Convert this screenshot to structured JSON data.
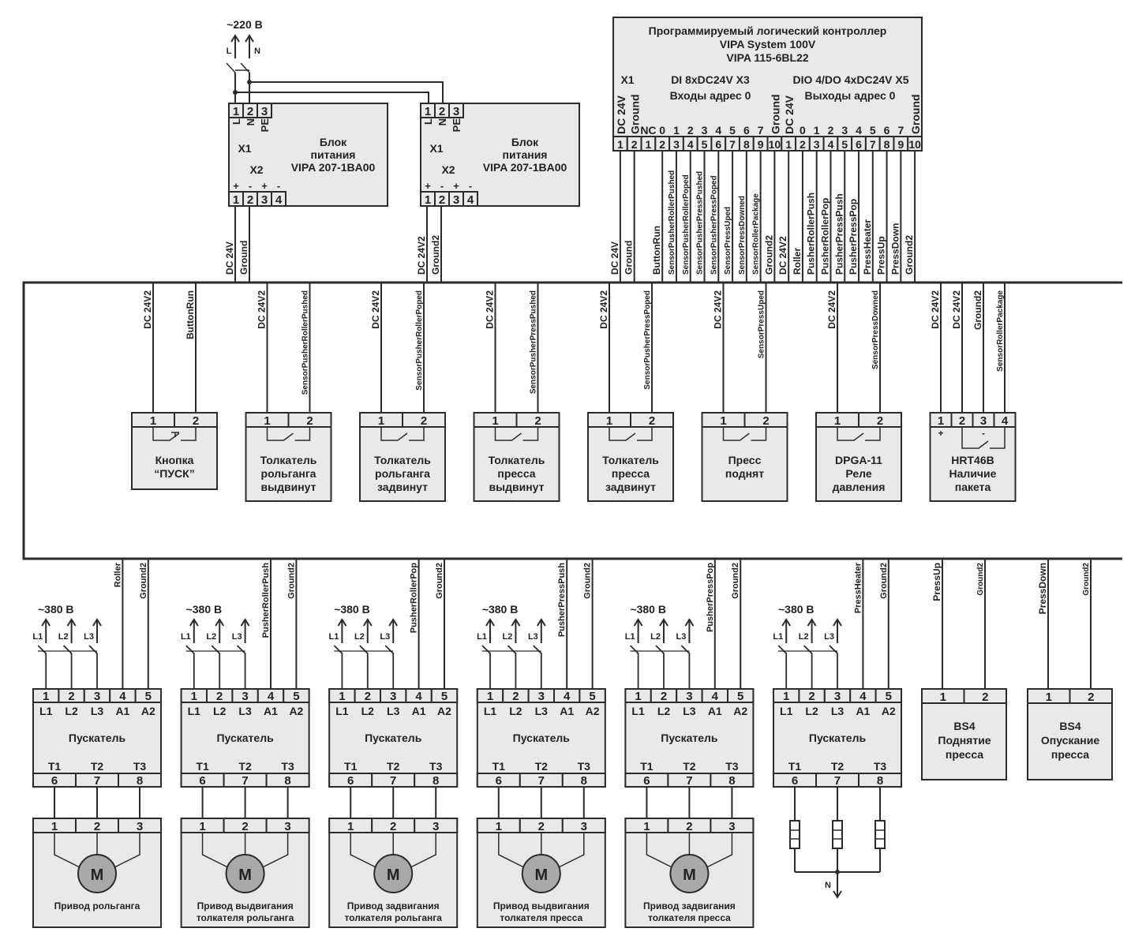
{
  "colors": {
    "line": "#2b2b2b",
    "box_fill": "#e9e9e9",
    "motor_fill": "#a9a9a9"
  },
  "mains": {
    "voltage": "~220 В",
    "L": "L",
    "N": "N"
  },
  "power_supplies": [
    {
      "title": [
        "Блок",
        "питания",
        "VIPA 207-1BA00"
      ],
      "x1_label": "X1",
      "x2_label": "X2",
      "x1_terminals": [
        "1",
        "2",
        "3"
      ],
      "x1_pins": [
        "L",
        "N",
        "PE"
      ],
      "x2_terminals": [
        "1",
        "2",
        "3",
        "4"
      ],
      "x2_polarity": [
        "+",
        "-",
        "+",
        "-"
      ],
      "outputs": [
        "DC 24V",
        "Ground"
      ]
    },
    {
      "title": [
        "Блок",
        "питания",
        "VIPA 207-1BA00"
      ],
      "x1_label": "X1",
      "x2_label": "X2",
      "x1_terminals": [
        "1",
        "2",
        "3"
      ],
      "x1_pins": [
        "L",
        "N",
        "PE"
      ],
      "x2_terminals": [
        "1",
        "2",
        "3",
        "4"
      ],
      "x2_polarity": [
        "+",
        "-",
        "+",
        "-"
      ],
      "outputs": [
        "DC 24V2",
        "Ground2"
      ]
    }
  ],
  "plc": {
    "title": [
      "Программируемый логический контроллер",
      "VIPA System 100V",
      "VIPA 115-6BL22"
    ],
    "groups": [
      "X1",
      "DI 8xDC24V X3",
      "DIO 4/DO 4xDC24V X5"
    ],
    "inputs_label": "Входы адрес 0",
    "outputs_label": "Выходы адрес 0",
    "column_headers": [
      "DC 24V",
      "Ground",
      "NC",
      "0",
      "1",
      "2",
      "3",
      "4",
      "5",
      "6",
      "7",
      "Ground",
      "DC 24V",
      "0",
      "1",
      "2",
      "3",
      "4",
      "5",
      "6",
      "7",
      "Ground"
    ],
    "terminals": [
      "1",
      "2",
      "1",
      "2",
      "3",
      "4",
      "5",
      "6",
      "7",
      "8",
      "9",
      "10",
      "1",
      "2",
      "3",
      "4",
      "5",
      "6",
      "7",
      "8",
      "9",
      "10"
    ],
    "wires": [
      "DC 24V",
      "Ground",
      "",
      "ButtonRun",
      "SensorPusherRollerPushed",
      "SensorPusherRollerPoped",
      "SensorPusherPressPushed",
      "SensorPusherPressPoped",
      "SensorPressUped",
      "SensorPressDowned",
      "SensorRollerPackage",
      "Ground2",
      "DC 24V2",
      "Roller",
      "PusherRollerPush",
      "PusherRollerPop",
      "PusherPressPush",
      "PusherPressPop",
      "PressHeater",
      "PressUp",
      "PressDown",
      "Ground2"
    ]
  },
  "sensors": [
    {
      "type": "button",
      "terminals": [
        "1",
        "2"
      ],
      "wires": [
        "DC 24V2",
        "ButtonRun"
      ],
      "caption": [
        "Кнопка",
        "“ПУСК”"
      ]
    },
    {
      "type": "contact",
      "terminals": [
        "1",
        "2"
      ],
      "wires": [
        "DC 24V2",
        "SensorPusherRollerPushed"
      ],
      "caption": [
        "Толкатель",
        "рольганга",
        "выдвинут"
      ]
    },
    {
      "type": "contact",
      "terminals": [
        "1",
        "2"
      ],
      "wires": [
        "DC 24V2",
        "SensorPusherRollerPoped"
      ],
      "caption": [
        "Толкатель",
        "рольганга",
        "задвинут"
      ]
    },
    {
      "type": "contact",
      "terminals": [
        "1",
        "2"
      ],
      "wires": [
        "DC 24V2",
        "SensorPusherPressPushed"
      ],
      "caption": [
        "Толкатель",
        "пресса",
        "выдвинут"
      ]
    },
    {
      "type": "contact",
      "terminals": [
        "1",
        "2"
      ],
      "wires": [
        "DC 24V2",
        "SensorPusherPressPoped"
      ],
      "caption": [
        "Толкатель",
        "пресса",
        "задвинут"
      ]
    },
    {
      "type": "contact",
      "terminals": [
        "1",
        "2"
      ],
      "wires": [
        "DC 24V2",
        "SensorPressUped"
      ],
      "caption": [
        "Пресс",
        "поднят"
      ]
    },
    {
      "type": "contact",
      "terminals": [
        "1",
        "2"
      ],
      "wires": [
        "DC 24V2",
        "SensorPressDowned"
      ],
      "caption": [
        "DPGA-11",
        "Реле",
        "давления"
      ]
    },
    {
      "type": "sensor4",
      "terminals": [
        "1",
        "2",
        "3",
        "4"
      ],
      "polarity": [
        "+",
        "-"
      ],
      "wires": [
        "DC 24V2",
        "DC 24V2",
        "Ground2",
        "SensorRollerPackage"
      ],
      "caption": [
        "HRT46B",
        "Наличие",
        "пакета"
      ]
    }
  ],
  "starters": [
    {
      "control": [
        "Roller",
        "Ground2"
      ],
      "load": "motor",
      "load_caption": [
        "Привод рольганга"
      ]
    },
    {
      "control": [
        "PusherRollerPush",
        "Ground2"
      ],
      "load": "motor",
      "load_caption": [
        "Привод выдвигания",
        "толкателя рольганга"
      ]
    },
    {
      "control": [
        "PusherRollerPop",
        "Ground2"
      ],
      "load": "motor",
      "load_caption": [
        "Привод задвигания",
        "толкателя рольганга"
      ]
    },
    {
      "control": [
        "PusherPressPush",
        "Ground2"
      ],
      "load": "motor",
      "load_caption": [
        "Привод выдвигания",
        "толкателя пресса"
      ]
    },
    {
      "control": [
        "PusherPressPop",
        "Ground2"
      ],
      "load": "motor",
      "load_caption": [
        "Привод задвигания",
        "толкателя пресса"
      ]
    },
    {
      "control": [
        "PressHeater",
        "Ground2"
      ],
      "load": "heater",
      "load_caption": []
    }
  ],
  "starter_common": {
    "supply": "~380 В",
    "phases": [
      "L1",
      "L2",
      "L3"
    ],
    "top_terminals": [
      "1",
      "2",
      "3",
      "4",
      "5"
    ],
    "top_pins": [
      "L1",
      "L2",
      "L3",
      "A1",
      "A2"
    ],
    "title": "Пускатель",
    "bottom_pins": [
      "T1",
      "T2",
      "T3"
    ],
    "bottom_terminals": [
      "6",
      "7",
      "8"
    ],
    "motor_terminals": [
      "1",
      "2",
      "3"
    ],
    "motor_symbol": "M",
    "neutral": "N"
  },
  "valves": [
    {
      "terminals": [
        "1",
        "2"
      ],
      "wires": [
        "PressUp",
        "Ground2"
      ],
      "caption": [
        "BS4",
        "Поднятие",
        "пресса"
      ]
    },
    {
      "terminals": [
        "1",
        "2"
      ],
      "wires": [
        "PressDown",
        "Ground2"
      ],
      "caption": [
        "BS4",
        "Опускание",
        "пресса"
      ]
    }
  ]
}
